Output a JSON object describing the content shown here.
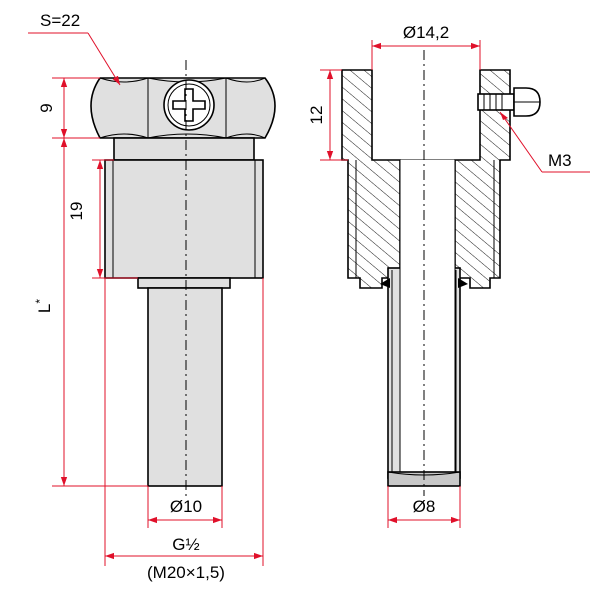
{
  "labels": {
    "hex_size": "S=22",
    "hex_height": "9",
    "thread_length": "19",
    "total_length": "L",
    "total_length_mark": "*",
    "tube_diameter_left": "Ø10",
    "thread_type": "G½",
    "thread_metric": "(M20×1,5)",
    "bore_diameter": "Ø14,2",
    "bore_depth": "12",
    "screw": "M3",
    "tube_diameter_right": "Ø8"
  },
  "colors": {
    "dimension": "#e0102a",
    "body_fill": "#e0e0e0",
    "outline": "#000000"
  }
}
